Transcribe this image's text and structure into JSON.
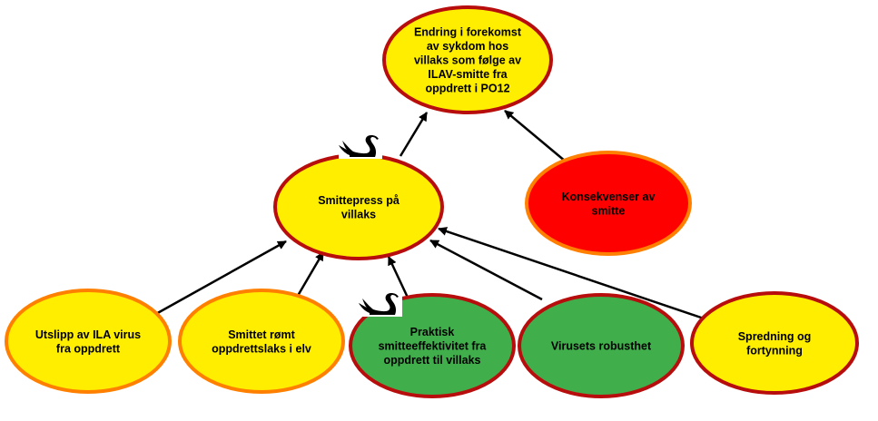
{
  "diagram": {
    "type": "influence-diagram",
    "colors": {
      "yellow": "#ffee00",
      "green": "#41ae4c",
      "red": "#ff0000",
      "border_darkred": "#b80d0d",
      "border_orange": "#ff8000",
      "arrow": "#000000"
    },
    "nodes": [
      {
        "id": "outcome",
        "lines": [
          "Endring i forekomst",
          "av sykdom hos",
          "villaks som følge av",
          "ILAV-smitte fra",
          "oppdrett i PO12"
        ],
        "fill": "yellow",
        "border": "border_darkred",
        "black_swan": false
      },
      {
        "id": "smittepress",
        "lines": [
          "Smittepress på",
          "villaks"
        ],
        "fill": "yellow",
        "border": "border_darkred",
        "black_swan": true
      },
      {
        "id": "konsekvenser",
        "lines": [
          "Konsekvenser av",
          "smitte"
        ],
        "fill": "red",
        "border": "border_orange",
        "black_swan": false
      },
      {
        "id": "utslipp",
        "lines": [
          "Utslipp av ILA virus",
          "fra oppdrett"
        ],
        "fill": "yellow",
        "border": "border_orange",
        "black_swan": false
      },
      {
        "id": "romt",
        "lines": [
          "Smittet rømt",
          "oppdrettslaks i elv"
        ],
        "fill": "yellow",
        "border": "border_orange",
        "black_swan": false
      },
      {
        "id": "praktisk",
        "lines": [
          "Praktisk",
          "smitteeffektivitet fra",
          "oppdrett til villaks"
        ],
        "fill": "green",
        "border": "border_darkred",
        "black_swan": true
      },
      {
        "id": "robusthet",
        "lines": [
          "Virusets robusthet"
        ],
        "fill": "green",
        "border": "border_darkred",
        "black_swan": false
      },
      {
        "id": "spredning",
        "lines": [
          "Spredning og",
          "fortynning"
        ],
        "fill": "yellow",
        "border": "border_darkred",
        "black_swan": false
      }
    ],
    "edges": [
      {
        "from": "smittepress",
        "to": "outcome"
      },
      {
        "from": "konsekvenser",
        "to": "outcome"
      },
      {
        "from": "utslipp",
        "to": "smittepress"
      },
      {
        "from": "romt",
        "to": "smittepress"
      },
      {
        "from": "praktisk",
        "to": "smittepress"
      },
      {
        "from": "robusthet",
        "to": "smittepress"
      },
      {
        "from": "spredning",
        "to": "smittepress"
      }
    ],
    "icons": {
      "black_swan": "black-swan-icon"
    }
  }
}
